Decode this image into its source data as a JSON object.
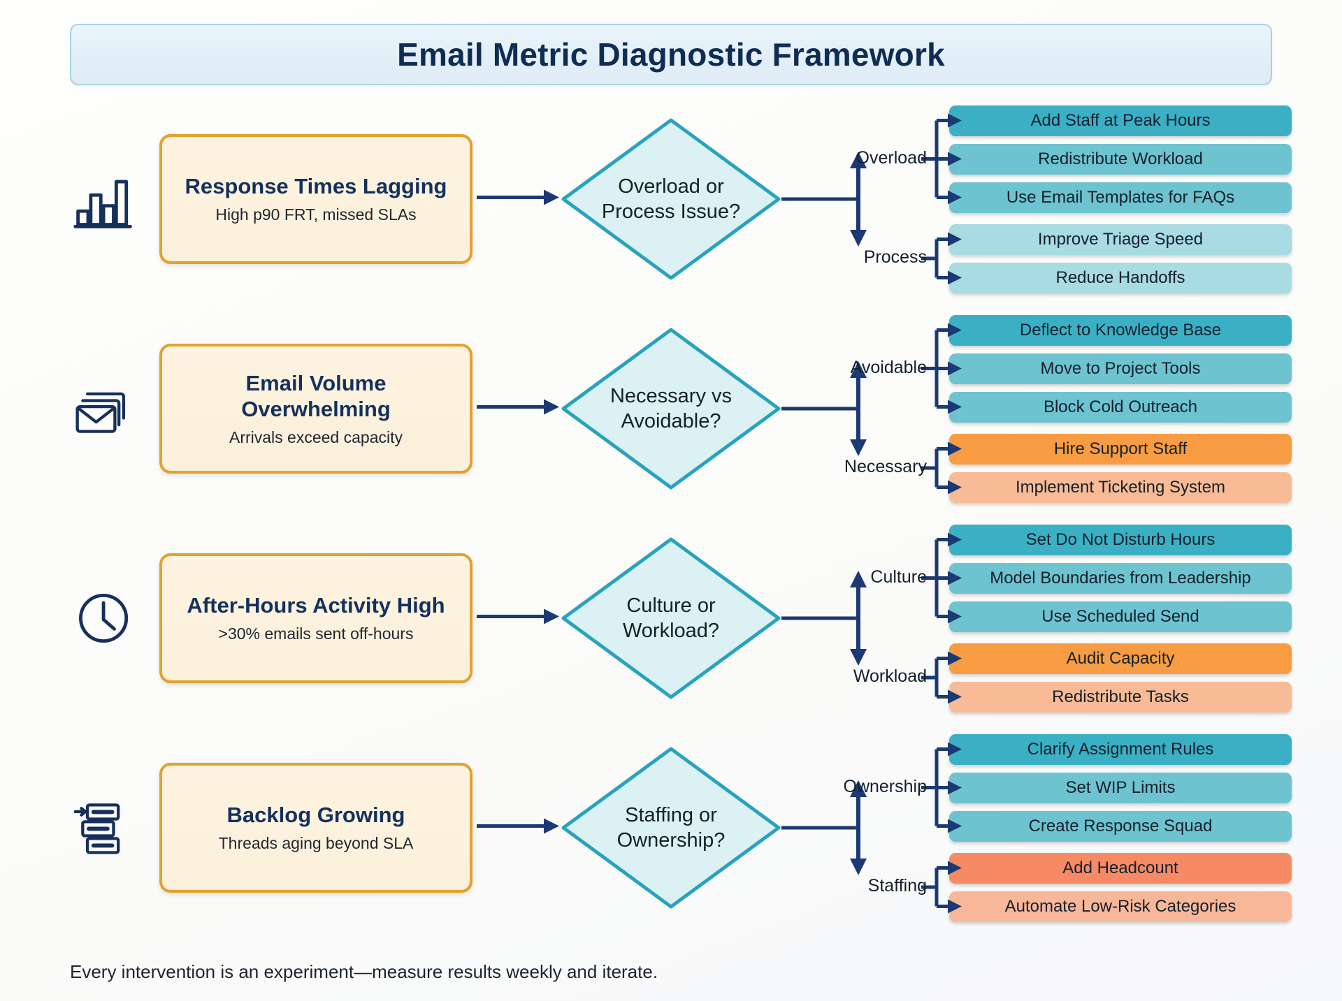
{
  "title": "Email Metric Diagnostic Framework",
  "footer": "Every intervention is an experiment—measure results weekly and iterate.",
  "palette": {
    "title_text": "#0f2d52",
    "title_bg": "#e6f1f9",
    "title_border": "#a8d4e0",
    "card_border": "#e0a32e",
    "card_bg": "#fbf0da",
    "card_title_text": "#14315d",
    "diamond_fill": "#dcf1f4",
    "diamond_border": "#29a3bd",
    "arrow_navy": "#1b3a73",
    "icon_navy": "#16305c",
    "teal_dark": "#3bb0c4",
    "teal_mid": "#6ec3d0",
    "teal_light": "#a8dbe2",
    "orange_dark": "#f79c42",
    "orange_light": "#f8bb96",
    "salmon_dark": "#f68a65",
    "salmon_light": "#f9b79a"
  },
  "rows": [
    {
      "icon": "bar-chart-icon",
      "problem": {
        "title": "Response Times Lagging",
        "subtitle": "High p90 FRT, missed SLAs"
      },
      "decision": "Overload or Process Issue?",
      "branches": [
        {
          "label": "Overload",
          "actions": [
            {
              "text": "Add Staff at Peak Hours",
              "color": "#3bb0c4"
            },
            {
              "text": "Redistribute Workload",
              "color": "#6ec3d0"
            },
            {
              "text": "Use Email Templates for FAQs",
              "color": "#6ec3d0"
            }
          ]
        },
        {
          "label": "Process",
          "actions": [
            {
              "text": "Improve Triage Speed",
              "color": "#a8dbe2"
            },
            {
              "text": "Reduce Handoffs",
              "color": "#a8dbe2"
            }
          ]
        }
      ]
    },
    {
      "icon": "stacked-envelopes-icon",
      "problem": {
        "title": "Email Volume Overwhelming",
        "subtitle": "Arrivals exceed capacity"
      },
      "decision": "Necessary vs Avoidable?",
      "branches": [
        {
          "label": "Avoidable",
          "actions": [
            {
              "text": "Deflect to Knowledge Base",
              "color": "#3bb0c4"
            },
            {
              "text": "Move to Project Tools",
              "color": "#6ec3d0"
            },
            {
              "text": "Block Cold Outreach",
              "color": "#6ec3d0"
            }
          ]
        },
        {
          "label": "Necessary",
          "actions": [
            {
              "text": "Hire Support Staff",
              "color": "#f79c42"
            },
            {
              "text": "Implement Ticketing System",
              "color": "#f8bb96"
            }
          ]
        }
      ]
    },
    {
      "icon": "clock-icon",
      "problem": {
        "title": "After-Hours Activity High",
        "subtitle": ">30% emails sent off-hours"
      },
      "decision": "Culture or Workload?",
      "branches": [
        {
          "label": "Culture",
          "actions": [
            {
              "text": "Set Do Not Disturb Hours",
              "color": "#3bb0c4"
            },
            {
              "text": "Model Boundaries from Leadership",
              "color": "#6ec3d0"
            },
            {
              "text": "Use Scheduled Send",
              "color": "#6ec3d0"
            }
          ]
        },
        {
          "label": "Workload",
          "actions": [
            {
              "text": "Audit Capacity",
              "color": "#f79c42"
            },
            {
              "text": "Redistribute Tasks",
              "color": "#f8bb96"
            }
          ]
        }
      ]
    },
    {
      "icon": "backlog-queue-icon",
      "problem": {
        "title": "Backlog Growing",
        "subtitle": "Threads aging beyond SLA"
      },
      "decision": "Staffing or Ownership?",
      "branches": [
        {
          "label": "Ownership",
          "actions": [
            {
              "text": "Clarify Assignment Rules",
              "color": "#3bb0c4"
            },
            {
              "text": "Set WIP Limits",
              "color": "#6ec3d0"
            },
            {
              "text": "Create Response Squad",
              "color": "#6ec3d0"
            }
          ]
        },
        {
          "label": "Staffing",
          "actions": [
            {
              "text": "Add Headcount",
              "color": "#f68a65"
            },
            {
              "text": "Automate Low-Risk Categories",
              "color": "#f9b79a"
            }
          ]
        }
      ]
    }
  ]
}
